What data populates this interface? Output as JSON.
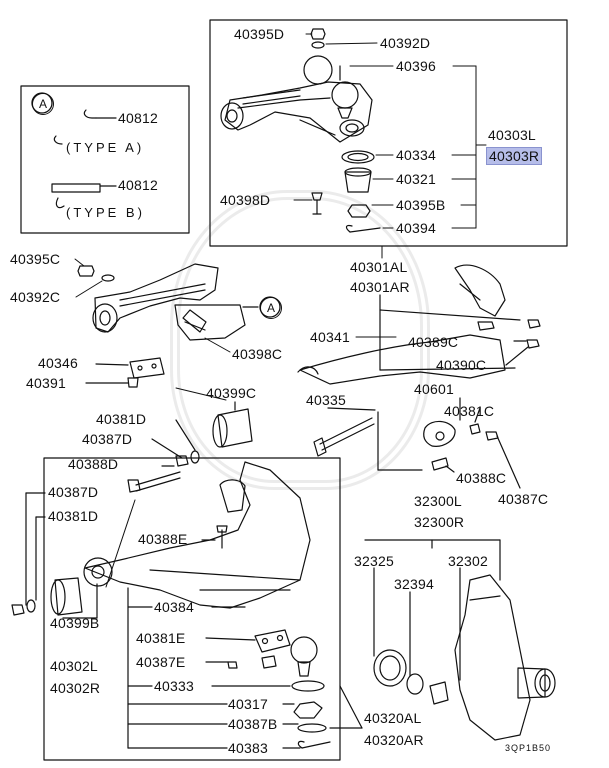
{
  "diagram_code": "3QP1B50",
  "inset": {
    "marker": "A",
    "rows": [
      {
        "part": "40812",
        "type_label": "(TYPE A)"
      },
      {
        "part": "40812",
        "type_label": "(TYPE B)"
      }
    ]
  },
  "callouts": {
    "c40395D": "40395D",
    "c40392D": "40392D",
    "c40396": "40396",
    "c40303L": "40303L",
    "c40303R": "40303R",
    "c40334": "40334",
    "c40321": "40321",
    "c40398D": "40398D",
    "c40395B": "40395B",
    "c40394": "40394",
    "c40301AL": "40301AL",
    "c40301AR": "40301AR",
    "c40395C": "40395C",
    "c40392C": "40392C",
    "c40341": "40341",
    "c40389C": "40389C",
    "c40390C": "40390C",
    "c40346": "40346",
    "c40391": "40391",
    "c40398C": "40398C",
    "c40399C": "40399C",
    "c40601": "40601",
    "c40335": "40335",
    "c40381C": "40381C",
    "c40381D_a": "40381D",
    "c40387D_a": "40387D",
    "c40388D": "40388D",
    "c40388C": "40388C",
    "c40387C": "40387C",
    "c40387D_b": "40387D",
    "c40381D_b": "40381D",
    "c32300L": "32300L",
    "c32300R": "32300R",
    "c40388E": "40388E",
    "c32325": "32325",
    "c32302": "32302",
    "c32394": "32394",
    "c40399B": "40399B",
    "c40384": "40384",
    "c40381E": "40381E",
    "c40387E": "40387E",
    "c40302L": "40302L",
    "c40302R": "40302R",
    "c40333": "40333",
    "c40317": "40317",
    "c40387B": "40387B",
    "c40320AL": "40320AL",
    "c40320AR": "40320AR",
    "c40383": "40383"
  },
  "marker_A": "A"
}
